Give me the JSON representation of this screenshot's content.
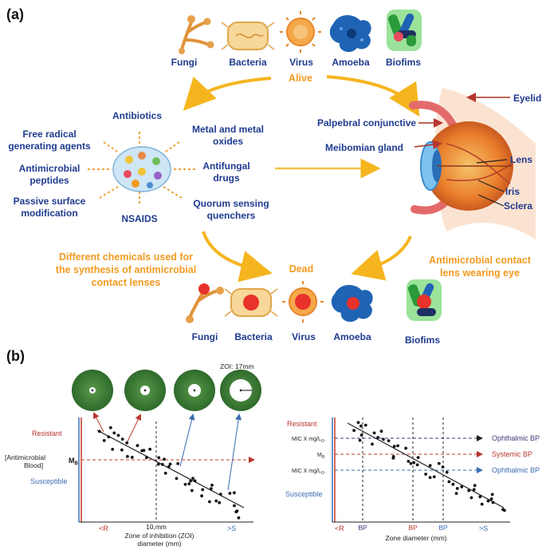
{
  "panel_a": {
    "tag": "(a)",
    "alive_organisms": [
      "Fungi",
      "Bacteria",
      "Virus",
      "Amoeba",
      "Biofims"
    ],
    "alive_label": "Alive",
    "dead_label": "Dead",
    "dead_organisms": [
      "Fungi",
      "Bacteria",
      "Virus",
      "Amoeba",
      "Biofims"
    ],
    "chemicals": {
      "antibiotics": "Antibiotics",
      "free_radical_1": "Free radical",
      "free_radical_2": "generating agents",
      "antimicrobial_1": "Antimicrobial",
      "antimicrobial_2": "peptides",
      "passive_1": "Passive surface",
      "passive_2": "modification",
      "nsaids": "NSAIDS",
      "metal_1": "Metal and metal",
      "metal_2": "oxides",
      "antifungal_1": "Antifungal",
      "antifungal_2": "drugs",
      "quorum_1": "Quorum sensing",
      "quorum_2": "quenchers"
    },
    "chemicals_caption": [
      "Different chemicals used for",
      "the synthesis of antimicrobial",
      "contact lenses"
    ],
    "eye_labels": {
      "eyelid": "Eyelid",
      "palpebral": "Palpebral conjunctive",
      "meibomian": "Meibomian gland",
      "lens": "Lens",
      "iris": "Iris",
      "sclera": "Sclera"
    },
    "eye_caption": [
      "Antimicrobial contact",
      "lens wearing eye"
    ]
  },
  "panel_b": {
    "tag": "(b)",
    "zoi_note": "ZOI: 17mm",
    "left_chart": {
      "resistant": "Resistant",
      "susceptible": "Susceptible",
      "ylabel_1": "[Antimicrobial",
      "ylabel_2": "Blood]",
      "m_label": "M",
      "m_sub": "B",
      "tick_r": "<R",
      "tick_mid": "10,mm",
      "tick_s": ">S",
      "xlabel_1": "Zone of inhibition (ZOI)",
      "xlabel_2": "diameter (mm)"
    },
    "right_chart": {
      "resistant": "Resistant",
      "susceptible": "Susceptible",
      "mic_top": "MIC X mg/L",
      "mic_top_sub": "O",
      "m_label": "M",
      "m_sub": "B",
      "mic_bottom": "MIC X mg/L",
      "mic_bottom_sub": "O",
      "ophthalmic_bp_top": "Ophthalmic BP",
      "systemic_bp": "Systemic BP",
      "ophthalmic_bp_bottom": "Ophthalmic BP",
      "tick_r": "<R",
      "bp1": "BP",
      "bp2": "BP",
      "bp3": "BP",
      "tick_s": ">S",
      "xlabel": "Zone diameter (mm)"
    }
  },
  "colors": {
    "label_blue": "#1f3b8f",
    "accent_orange": "#f29a1f",
    "resistant_red": "#b8352f",
    "susceptible_blue": "#3a6db0",
    "disc_green": "#3f7a36"
  }
}
